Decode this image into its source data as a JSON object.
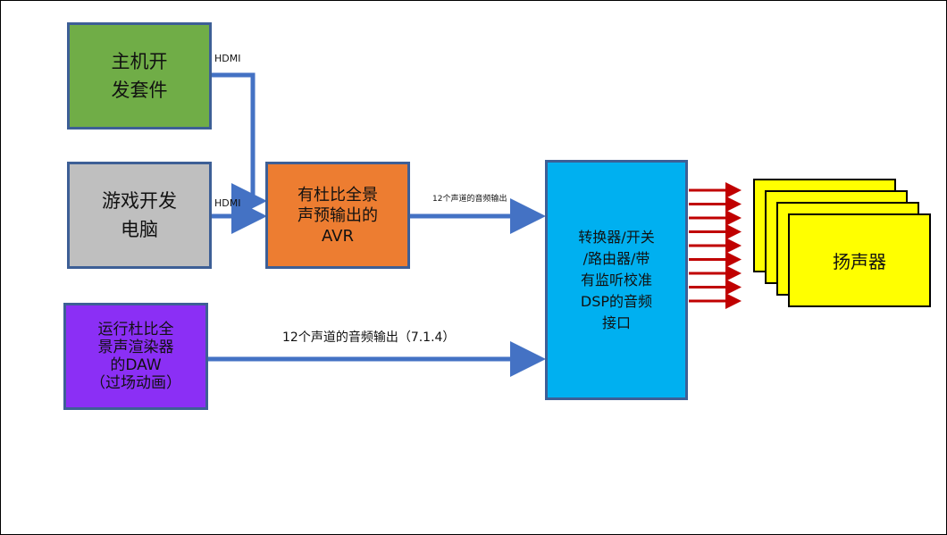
{
  "colors": {
    "dev_kit": "#70ad47",
    "game_pc": "#bfbfbf",
    "avr": "#ed7d31",
    "daw": "#8b2ff5",
    "dsp": "#00b0f0",
    "speaker": "#ffff00",
    "wire": "#4472c4",
    "speaker_wire": "#c00000",
    "box_border": "#3d5f96"
  },
  "nodes": {
    "dev_kit": "主机开\n发套件",
    "game_pc": "游戏开发\n电脑",
    "avr": "有杜比全景\n声预输出的\nAVR",
    "daw": "运行杜比全\n景声渲染器\n的DAW\n（过场动画）",
    "dsp": "转换器/开关\n/路由器/带\n有监听校准\nDSP的音频\n接口",
    "speakers": "扬声器"
  },
  "edges": {
    "dev_kit_to_avr": "HDMI",
    "game_pc_to_avr": "HDMI",
    "avr_to_dsp": "12个声道的音频输出",
    "daw_to_dsp": "12个声道的音频输出（7.1.4）"
  },
  "speaker_channel_count": 9,
  "speaker_stack_count": 4
}
